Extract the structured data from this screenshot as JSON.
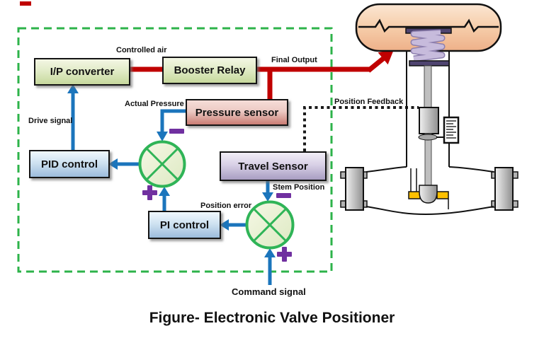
{
  "caption": "Figure- Electronic Valve Positioner",
  "blocks": {
    "ip_converter": "I/P converter",
    "booster_relay": "Booster Relay",
    "pressure_sensor": "Pressure sensor",
    "pid_control": "PID control",
    "travel_sensor": "Travel Sensor",
    "pi_control": "PI control"
  },
  "signal_labels": {
    "controlled_air": "Controlled air",
    "final_output": "Final Output",
    "actual_pressure": "Actual Pressure",
    "drive_signal": "Drive signal",
    "position_feedback": "Position Feedback",
    "stem_position": "Stem Position",
    "position_error": "Position error",
    "command_signal": "Command signal"
  },
  "junction_signs": {
    "pressure_junction": {
      "top": "−",
      "bottom": "+"
    },
    "position_junction": {
      "top": "−",
      "bottom": "+"
    }
  },
  "colors": {
    "pneumatic_line_red": "#c00000",
    "electronic_line_blue": "#1b75bc",
    "boundary_dash_green": "#2db34a",
    "feedback_dotted_black": "#1a1a1a",
    "sign_purple": "#7030a0",
    "junction_green": "#2fb457",
    "block_green": "#c6d89c",
    "block_pink": "#c97c73",
    "block_blue": "#9cbcdc",
    "block_purple": "#a89dc2",
    "actuator_peach": "#f5c9a5",
    "spring_lavender": "#c7bbdc",
    "plate_purple": "#4f4470",
    "seat_yellow": "#ffc000"
  }
}
